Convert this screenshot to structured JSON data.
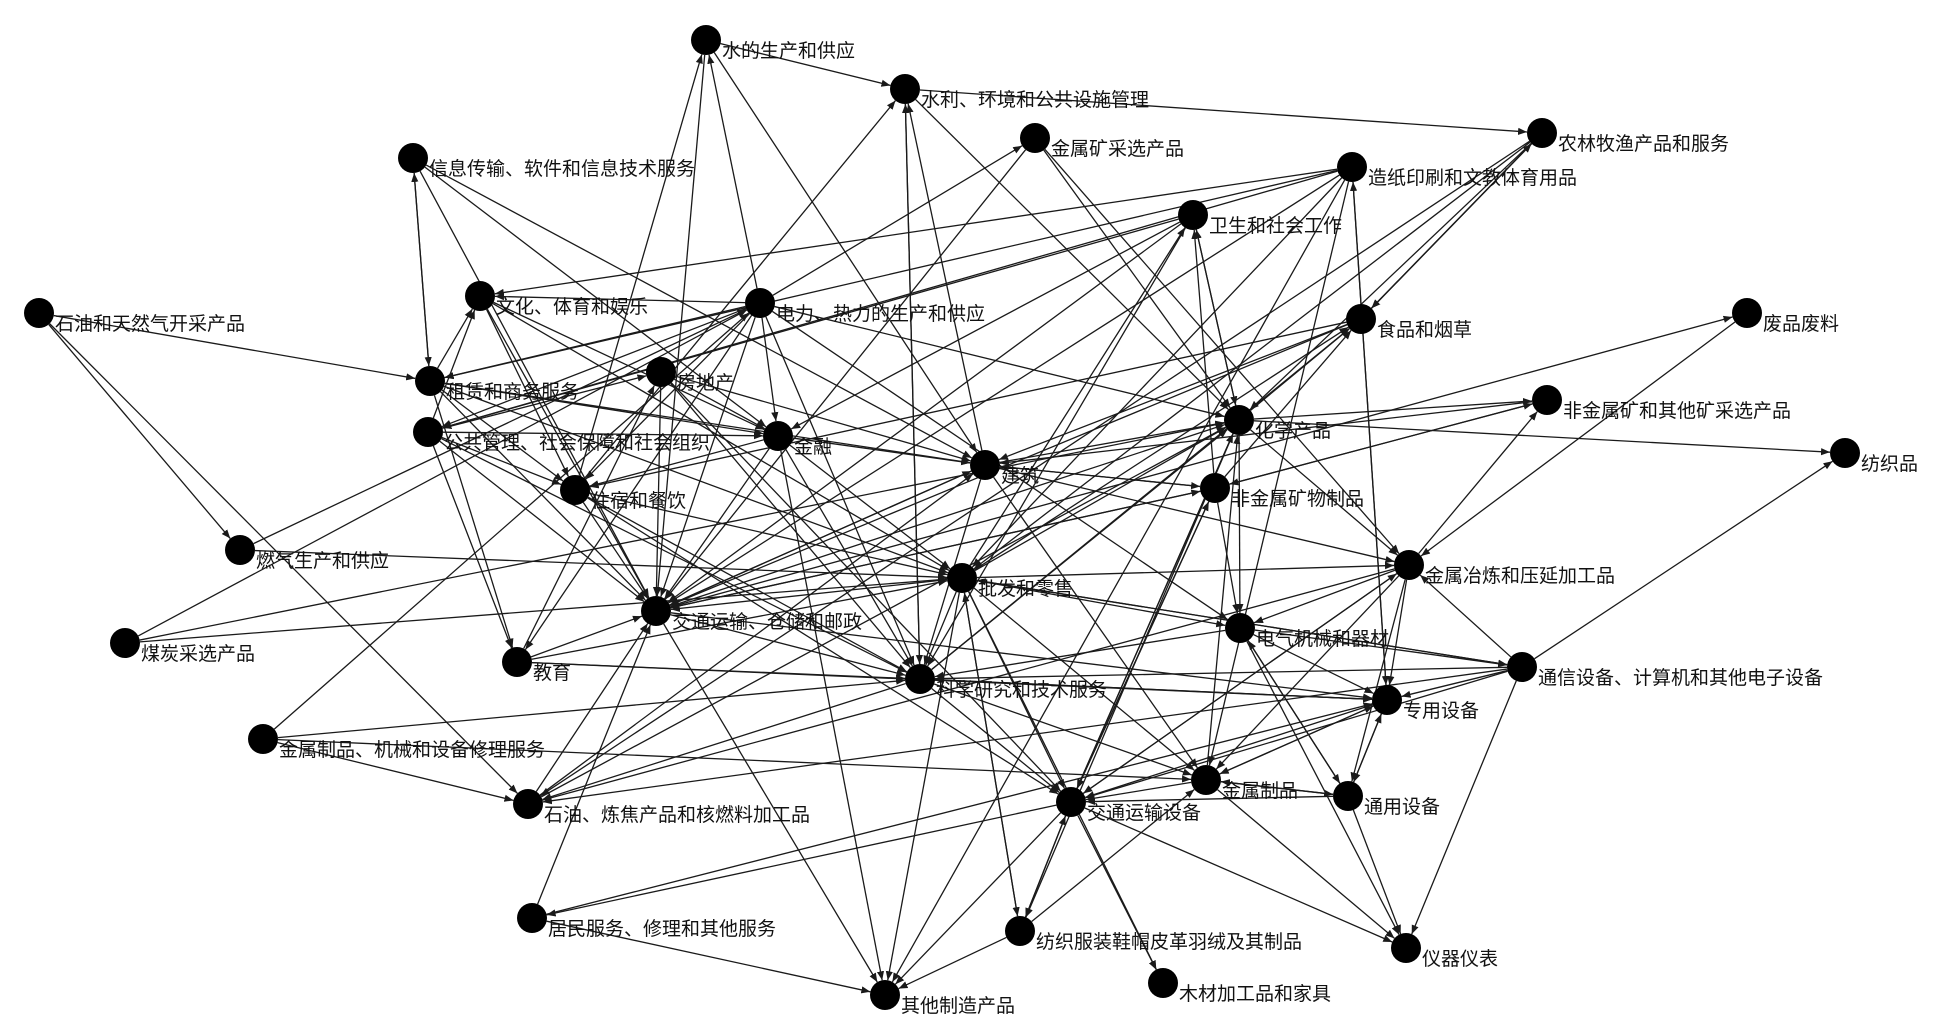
{
  "diagram": {
    "type": "directed-network",
    "node_color": "#000000",
    "edge_color": "#1a1a1a",
    "background": "#ffffff",
    "nodes": [
      {
        "id": "water_supply",
        "label": "水的生产和供应"
      },
      {
        "id": "water_mgmt",
        "label": "水利、环境和公共设施管理"
      },
      {
        "id": "metal_ore",
        "label": "金属矿采选产品"
      },
      {
        "id": "agri",
        "label": "农林牧渔产品和服务"
      },
      {
        "id": "info",
        "label": "信息传输、软件和信息技术服务"
      },
      {
        "id": "paper",
        "label": "造纸印刷和文教体育用品"
      },
      {
        "id": "health",
        "label": "卫生和社会工作"
      },
      {
        "id": "oil_gas",
        "label": "石油和天然气开采产品"
      },
      {
        "id": "culture",
        "label": "文化、体育和娱乐"
      },
      {
        "id": "power",
        "label": "电力、热力的生产和供应"
      },
      {
        "id": "food",
        "label": "食品和烟草"
      },
      {
        "id": "waste",
        "label": "废品废料"
      },
      {
        "id": "real_estate",
        "label": "房地产"
      },
      {
        "id": "leasing",
        "label": "租赁和商务服务"
      },
      {
        "id": "nonmetal_ore",
        "label": "非金属矿和其他矿采选产品"
      },
      {
        "id": "public_admin",
        "label": "公共管理、社会保障和社会组织"
      },
      {
        "id": "finance",
        "label": "金融"
      },
      {
        "id": "chemical",
        "label": "化学产品"
      },
      {
        "id": "textile",
        "label": "纺织品"
      },
      {
        "id": "construction",
        "label": "建筑"
      },
      {
        "id": "hotel",
        "label": "住宿和餐饮"
      },
      {
        "id": "nonmetal_min",
        "label": "非金属矿物制品"
      },
      {
        "id": "gas",
        "label": "燃气生产和供应"
      },
      {
        "id": "metal_smelt",
        "label": "金属冶炼和压延加工品"
      },
      {
        "id": "wholesale",
        "label": "批发和零售"
      },
      {
        "id": "transport",
        "label": "交通运输、仓储和邮政"
      },
      {
        "id": "coal",
        "label": "煤炭采选产品"
      },
      {
        "id": "electrical",
        "label": "电气机械和器材"
      },
      {
        "id": "education",
        "label": "教育"
      },
      {
        "id": "telecom",
        "label": "通信设备、计算机和其他电子设备"
      },
      {
        "id": "research",
        "label": "科学研究和技术服务"
      },
      {
        "id": "special_equip",
        "label": "专用设备"
      },
      {
        "id": "metal_repair",
        "label": "金属制品、机械和设备修理服务"
      },
      {
        "id": "metal_prod",
        "label": "金属制品"
      },
      {
        "id": "general_equip",
        "label": "通用设备"
      },
      {
        "id": "oil_coke",
        "label": "石油、炼焦产品和核燃料加工品"
      },
      {
        "id": "transport_equip",
        "label": "交通运输设备"
      },
      {
        "id": "resident",
        "label": "居民服务、修理和其他服务"
      },
      {
        "id": "apparel",
        "label": "纺织服装鞋帽皮革羽绒及其制品"
      },
      {
        "id": "instrument",
        "label": "仪器仪表"
      },
      {
        "id": "wood",
        "label": "木材加工品和家具"
      },
      {
        "id": "other_mfg",
        "label": "其他制造产品"
      }
    ],
    "edges": [
      [
        "water_supply",
        "water_mgmt"
      ],
      [
        "water_mgmt",
        "agri"
      ],
      [
        "hotel",
        "water_supply"
      ],
      [
        "power",
        "water_supply"
      ],
      [
        "water_supply",
        "construction"
      ],
      [
        "oil_gas",
        "leasing"
      ],
      [
        "oil_gas",
        "gas"
      ],
      [
        "oil_gas",
        "oil_coke"
      ],
      [
        "info",
        "leasing"
      ],
      [
        "leasing",
        "info"
      ],
      [
        "info",
        "finance"
      ],
      [
        "info",
        "transport"
      ],
      [
        "info",
        "construction"
      ],
      [
        "culture",
        "hotel"
      ],
      [
        "culture",
        "finance"
      ],
      [
        "leasing",
        "culture"
      ],
      [
        "public_admin",
        "culture"
      ],
      [
        "real_estate",
        "finance"
      ],
      [
        "leasing",
        "finance"
      ],
      [
        "public_admin",
        "finance"
      ],
      [
        "finance",
        "construction"
      ],
      [
        "real_estate",
        "construction"
      ],
      [
        "leasing",
        "construction"
      ],
      [
        "power",
        "transport"
      ],
      [
        "power",
        "research"
      ],
      [
        "power",
        "finance"
      ],
      [
        "power",
        "hotel"
      ],
      [
        "power",
        "chemical"
      ],
      [
        "power",
        "leasing"
      ],
      [
        "power",
        "public_admin"
      ],
      [
        "power",
        "education"
      ],
      [
        "power",
        "metal_ore"
      ],
      [
        "power",
        "electrical"
      ],
      [
        "power",
        "culture"
      ],
      [
        "paper",
        "culture"
      ],
      [
        "paper",
        "leasing"
      ],
      [
        "paper",
        "public_admin"
      ],
      [
        "paper",
        "transport"
      ],
      [
        "paper",
        "metal_prod"
      ],
      [
        "paper",
        "special_equip"
      ],
      [
        "health",
        "public_admin"
      ],
      [
        "health",
        "finance"
      ],
      [
        "chemical",
        "health"
      ],
      [
        "nonmetal_min",
        "health"
      ],
      [
        "wholesale",
        "health"
      ],
      [
        "health",
        "chemical"
      ],
      [
        "food",
        "hotel"
      ],
      [
        "food",
        "transport"
      ],
      [
        "agri",
        "food"
      ],
      [
        "food",
        "agri"
      ],
      [
        "food",
        "construction"
      ],
      [
        "chemical",
        "food"
      ],
      [
        "wholesale",
        "food"
      ],
      [
        "nonmetal_min",
        "food"
      ],
      [
        "waste",
        "metal_smelt"
      ],
      [
        "transport",
        "waste"
      ],
      [
        "chemical",
        "textile"
      ],
      [
        "chemical",
        "nonmetal_ore"
      ],
      [
        "construction",
        "chemical"
      ],
      [
        "chemical",
        "metal_smelt"
      ],
      [
        "chemical",
        "electrical"
      ],
      [
        "chemical",
        "transport_equip"
      ],
      [
        "chemical",
        "apparel"
      ],
      [
        "construction",
        "nonmetal_min"
      ],
      [
        "construction",
        "metal_smelt"
      ],
      [
        "construction",
        "metal_prod"
      ],
      [
        "construction",
        "research"
      ],
      [
        "construction",
        "transport"
      ],
      [
        "construction",
        "water_mgmt"
      ],
      [
        "nonmetal_min",
        "construction"
      ],
      [
        "nonmetal_min",
        "electrical"
      ],
      [
        "nonmetal_min",
        "transport"
      ],
      [
        "nonmetal_min",
        "transport_equip"
      ],
      [
        "nonmetal_ore",
        "nonmetal_min"
      ],
      [
        "nonmetal_ore",
        "construction"
      ],
      [
        "nonmetal_min",
        "nonmetal_ore"
      ],
      [
        "metal_smelt",
        "special_equip"
      ],
      [
        "metal_smelt",
        "general_equip"
      ],
      [
        "metal_smelt",
        "metal_prod"
      ],
      [
        "metal_smelt",
        "transport_equip"
      ],
      [
        "metal_smelt",
        "electrical"
      ],
      [
        "metal_smelt",
        "oil_coke"
      ],
      [
        "metal_ore",
        "metal_smelt"
      ],
      [
        "metal_smelt",
        "nonmetal_ore"
      ],
      [
        "wholesale",
        "transport"
      ],
      [
        "wholesale",
        "research"
      ],
      [
        "wholesale",
        "electrical"
      ],
      [
        "wholesale",
        "transport_equip"
      ],
      [
        "wholesale",
        "telecom"
      ],
      [
        "wholesale",
        "apparel"
      ],
      [
        "wholesale",
        "wood"
      ],
      [
        "wholesale",
        "chemical"
      ],
      [
        "wholesale",
        "metal_smelt"
      ],
      [
        "wholesale",
        "other_mfg"
      ],
      [
        "wholesale",
        "metal_prod"
      ],
      [
        "gas",
        "wholesale"
      ],
      [
        "gas",
        "power"
      ],
      [
        "coal",
        "power"
      ],
      [
        "coal",
        "wholesale"
      ],
      [
        "coal",
        "chemical"
      ],
      [
        "transport",
        "research"
      ],
      [
        "transport",
        "construction"
      ],
      [
        "transport",
        "special_equip"
      ],
      [
        "transport",
        "other_mfg"
      ],
      [
        "transport",
        "chemical"
      ],
      [
        "transport",
        "nonmetal_min"
      ],
      [
        "education",
        "research"
      ],
      [
        "education",
        "transport"
      ],
      [
        "education",
        "wholesale"
      ],
      [
        "education",
        "special_equip"
      ],
      [
        "education",
        "real_estate"
      ],
      [
        "electrical",
        "special_equip"
      ],
      [
        "electrical",
        "instrument"
      ],
      [
        "electrical",
        "general_equip"
      ],
      [
        "electrical",
        "telecom"
      ],
      [
        "electrical",
        "research"
      ],
      [
        "telecom",
        "special_equip"
      ],
      [
        "telecom",
        "instrument"
      ],
      [
        "telecom",
        "research"
      ],
      [
        "telecom",
        "transport_equip"
      ],
      [
        "telecom",
        "textile"
      ],
      [
        "telecom",
        "wholesale"
      ],
      [
        "telecom",
        "metal_smelt"
      ],
      [
        "telecom",
        "oil_coke"
      ],
      [
        "research",
        "special_equip"
      ],
      [
        "research",
        "metal_prod"
      ],
      [
        "research",
        "transport_equip"
      ],
      [
        "research",
        "oil_coke"
      ],
      [
        "research",
        "water_mgmt"
      ],
      [
        "research",
        "food"
      ],
      [
        "research",
        "chemical"
      ],
      [
        "special_equip",
        "transport_equip"
      ],
      [
        "special_equip",
        "general_equip"
      ],
      [
        "general_equip",
        "special_equip"
      ],
      [
        "special_equip",
        "metal_prod"
      ],
      [
        "special_equip",
        "paper"
      ],
      [
        "special_equip",
        "research"
      ],
      [
        "metal_prod",
        "general_equip"
      ],
      [
        "metal_prod",
        "transport_equip"
      ],
      [
        "metal_prod",
        "special_equip"
      ],
      [
        "metal_prod",
        "instrument"
      ],
      [
        "metal_prod",
        "chemical"
      ],
      [
        "general_equip",
        "transport_equip"
      ],
      [
        "general_equip",
        "metal_prod"
      ],
      [
        "general_equip",
        "electrical"
      ],
      [
        "general_equip",
        "instrument"
      ],
      [
        "transport_equip",
        "apparel"
      ],
      [
        "transport_equip",
        "wood"
      ],
      [
        "transport_equip",
        "resident"
      ],
      [
        "transport_equip",
        "instrument"
      ],
      [
        "transport_equip",
        "other_mfg"
      ],
      [
        "transport_equip",
        "metal_smelt"
      ],
      [
        "transport_equip",
        "nonmetal_min"
      ],
      [
        "transport_equip",
        "chemical"
      ],
      [
        "apparel",
        "transport_equip"
      ],
      [
        "apparel",
        "other_mfg"
      ],
      [
        "apparel",
        "wholesale"
      ],
      [
        "apparel",
        "metal_prod"
      ],
      [
        "resident",
        "other_mfg"
      ],
      [
        "resident",
        "special_equip"
      ],
      [
        "resident",
        "transport"
      ],
      [
        "metal_repair",
        "research"
      ],
      [
        "metal_repair",
        "oil_coke"
      ],
      [
        "metal_repair",
        "power"
      ],
      [
        "metal_repair",
        "metal_prod"
      ],
      [
        "oil_coke",
        "transport"
      ],
      [
        "oil_coke",
        "construction"
      ],
      [
        "oil_coke",
        "chemical"
      ],
      [
        "hotel",
        "research"
      ],
      [
        "hotel",
        "wholesale"
      ],
      [
        "hotel",
        "transport"
      ],
      [
        "hotel",
        "transport_equip"
      ],
      [
        "hotel",
        "water_mgmt"
      ],
      [
        "public_admin",
        "research"
      ],
      [
        "public_admin",
        "hotel"
      ],
      [
        "public_admin",
        "transport"
      ],
      [
        "public_admin",
        "education"
      ],
      [
        "public_admin",
        "real_estate"
      ],
      [
        "finance",
        "research"
      ],
      [
        "finance",
        "transport"
      ],
      [
        "finance",
        "wholesale"
      ],
      [
        "finance",
        "hotel"
      ],
      [
        "finance",
        "other_mfg"
      ],
      [
        "real_estate",
        "transport"
      ],
      [
        "real_estate",
        "transport_equip"
      ],
      [
        "real_estate",
        "research"
      ],
      [
        "leasing",
        "education"
      ],
      [
        "leasing",
        "transport"
      ],
      [
        "leasing",
        "hotel"
      ],
      [
        "leasing",
        "wholesale"
      ],
      [
        "culture",
        "transport"
      ],
      [
        "culture",
        "wholesale"
      ],
      [
        "metal_ore",
        "transport"
      ],
      [
        "metal_ore",
        "chemical"
      ],
      [
        "water_mgmt",
        "chemical"
      ],
      [
        "water_mgmt",
        "research"
      ],
      [
        "water_supply",
        "transport"
      ],
      [
        "agri",
        "food"
      ],
      [
        "agri",
        "oil_coke"
      ],
      [
        "agri",
        "chemical"
      ],
      [
        "agri",
        "wholesale"
      ],
      [
        "paper",
        "other_mfg"
      ],
      [
        "paper",
        "wholesale"
      ],
      [
        "health",
        "transport"
      ],
      [
        "health",
        "research"
      ]
    ]
  }
}
